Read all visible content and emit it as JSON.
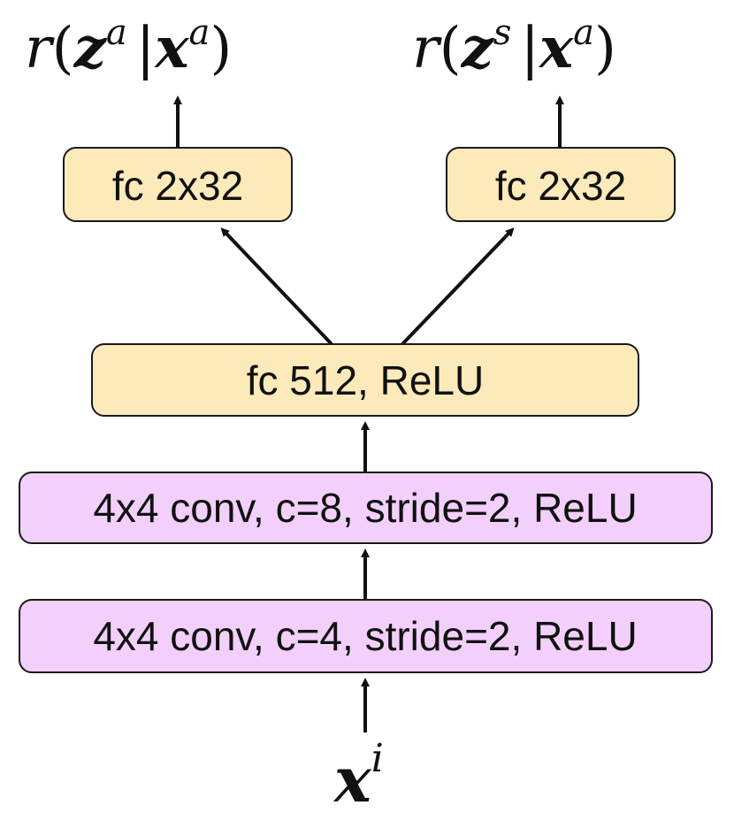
{
  "diagram": {
    "colors": {
      "fc_fill": "#fceabb",
      "conv_fill": "#f2d0fb",
      "stroke": "#1a1a1a"
    },
    "outputs": {
      "left": {
        "func": "r",
        "open": "(",
        "var": "z",
        "var_sup": "a",
        "bar": "|",
        "cond": "x",
        "cond_sup": "a",
        "close": ")"
      },
      "right": {
        "func": "r",
        "open": "(",
        "var": "z",
        "var_sup": "s",
        "bar": "|",
        "cond": "x",
        "cond_sup": "a",
        "close": ")"
      }
    },
    "boxes": {
      "fc_left": "fc 2x32",
      "fc_right": "fc 2x32",
      "fc_512": "fc 512, ReLU",
      "conv2": "4x4 conv, c=8, stride=2, ReLU",
      "conv1": "4x4 conv, c=4, stride=2, ReLU"
    },
    "input": {
      "var": "x",
      "sup": "i"
    }
  }
}
